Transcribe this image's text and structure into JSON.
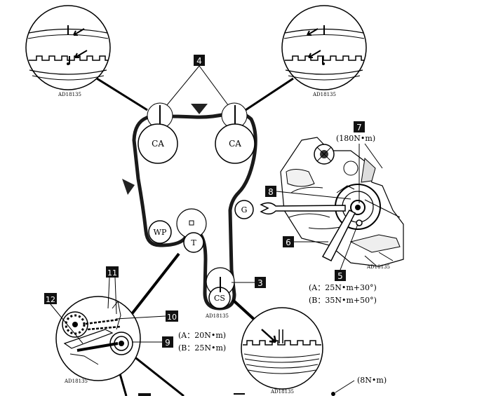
{
  "callouts": {
    "c3": "3",
    "c4": "4",
    "c5": "5",
    "c6": "6",
    "c7": "7",
    "c8": "8",
    "c9": "9",
    "c10": "10",
    "c11": "11",
    "c12": "12"
  },
  "pulleys": {
    "ca_left": "CA",
    "ca_right": "CA",
    "g": "G",
    "wp": "WP",
    "t": "T",
    "cs": "CS"
  },
  "torques": {
    "t7": "(180N•m)",
    "t5a": "(A：25N•m+30°)",
    "t5b": "(B：35N•m+50°)",
    "t9a": "(A：20N•m)",
    "t9b": "(B：25N•m)",
    "t_bottom": "(8N•m)"
  },
  "codes": {
    "top_left": "AD18135",
    "top_right": "AD18135",
    "center": "AD18135",
    "right_photo": "AD18135",
    "bottom_left": "AD18135",
    "bottom_mid": "AD18135"
  }
}
